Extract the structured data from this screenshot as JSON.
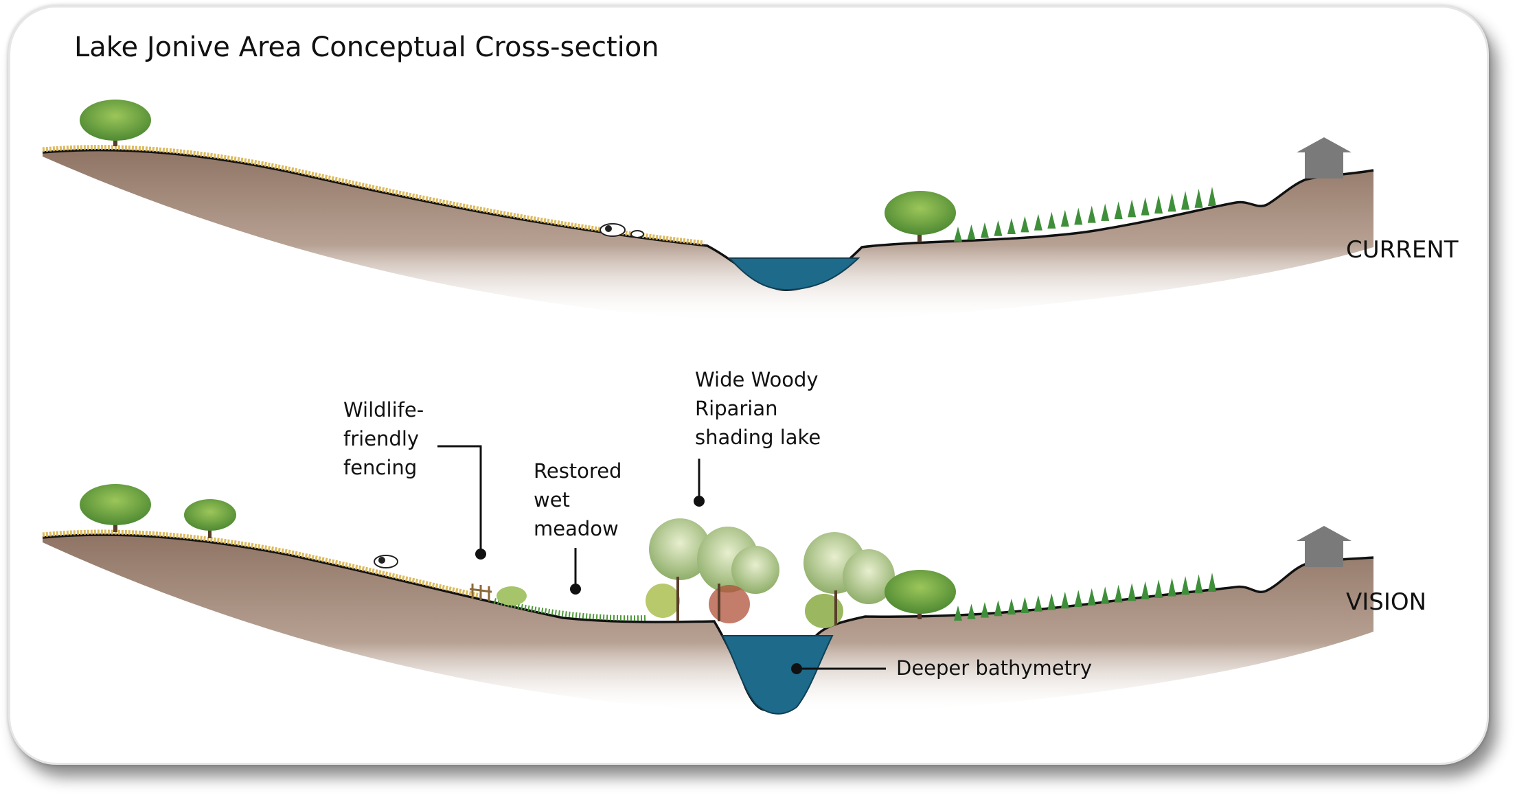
{
  "title": "Lake Jonive Area Conceptual Cross-section",
  "sections": {
    "current": {
      "label": "CURRENT"
    },
    "vision": {
      "label": "VISION"
    }
  },
  "annotations": {
    "fencing": [
      "Wildlife-",
      "friendly",
      "fencing"
    ],
    "meadow": [
      "Restored",
      "wet",
      "meadow"
    ],
    "riparian": [
      "Wide Woody",
      "Riparian",
      "shading lake"
    ],
    "bathymetry": "Deeper bathymetry"
  },
  "colors": {
    "soil": "#a88f7f",
    "water": "#1d6a8a",
    "grass": "#d9b24a",
    "tree": "#5f9a3c",
    "house": "#7a7a7a"
  }
}
